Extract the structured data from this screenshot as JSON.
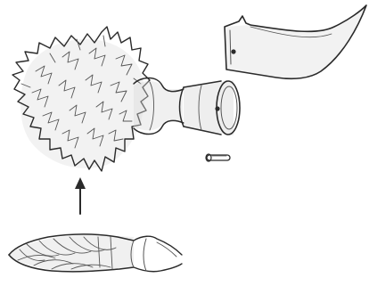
{
  "diagram": {
    "style": "black-and-white pencil sketch",
    "colors": {
      "background": "#ffffff",
      "ink": "#2a2a2a",
      "shading": "#d9d9d9"
    },
    "parts": [
      {
        "name": "blade",
        "icon": "curved-blade-icon"
      },
      {
        "name": "fluffy-head",
        "icon": "fluffy-ball-icon"
      },
      {
        "name": "handle-socket",
        "icon": "ferrule-icon"
      },
      {
        "name": "pin",
        "icon": "pin-icon"
      },
      {
        "name": "assembly-arrow",
        "icon": "arrow-up-icon"
      },
      {
        "name": "compressed-bundle",
        "icon": "wrapped-bundle-icon"
      }
    ]
  }
}
